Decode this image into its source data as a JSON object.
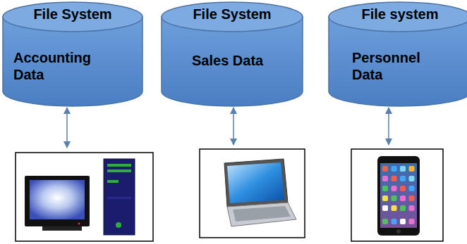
{
  "diagram": {
    "nodes": [
      {
        "text": [
          "File System",
          "Accounting Data"
        ]
      },
      {
        "text": [
          "File System",
          "Sales Data"
        ]
      },
      {
        "text": [
          "File system",
          "Personnel Data"
        ]
      }
    ]
  }
}
